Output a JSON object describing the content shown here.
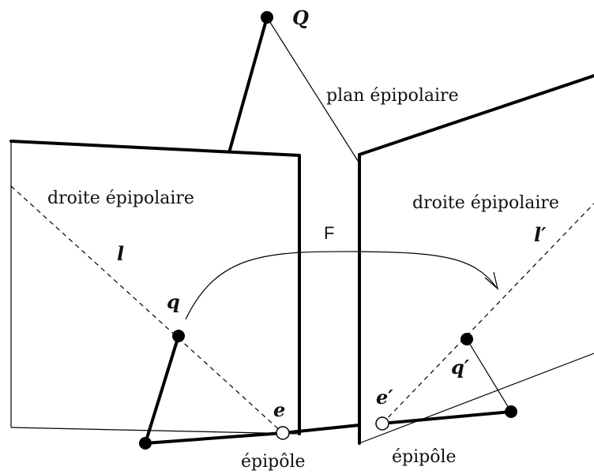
{
  "labels": {
    "point_Q": "Q",
    "epipolar_plane": "plan épipolaire",
    "left_epipolar_line": "droite épipolaire",
    "right_epipolar_line": "droite épipolaire",
    "fundamental_matrix": "F",
    "line_l": "l",
    "line_l_prime": "l′",
    "point_q": "q",
    "point_q_prime": "q′",
    "epipole_e": "e",
    "epipole_e_prime": "e′",
    "left_epipole": "épipôle",
    "right_epipole": "épipôle"
  }
}
